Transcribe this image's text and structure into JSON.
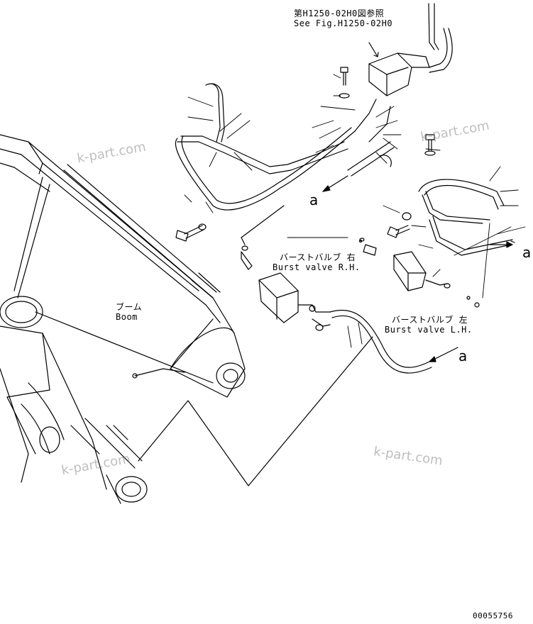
{
  "ref_note": {
    "ja": "第H1250-02H0図参照",
    "en": "See Fig.H1250-02H0"
  },
  "boom": {
    "ja": "ブーム",
    "en": "Boom"
  },
  "burst_valve_rh": {
    "ja": "バーストバルブ 右",
    "en": "Burst valve R.H."
  },
  "burst_valve_lh": {
    "ja": "バーストバルブ 左",
    "en": "Burst valve L.H."
  },
  "arrow_label": "a",
  "watermark": "k-part.com",
  "drawing_number": "00055756",
  "colors": {
    "line": "#000000",
    "watermark": "#8a8a8a",
    "background": "#ffffff"
  }
}
